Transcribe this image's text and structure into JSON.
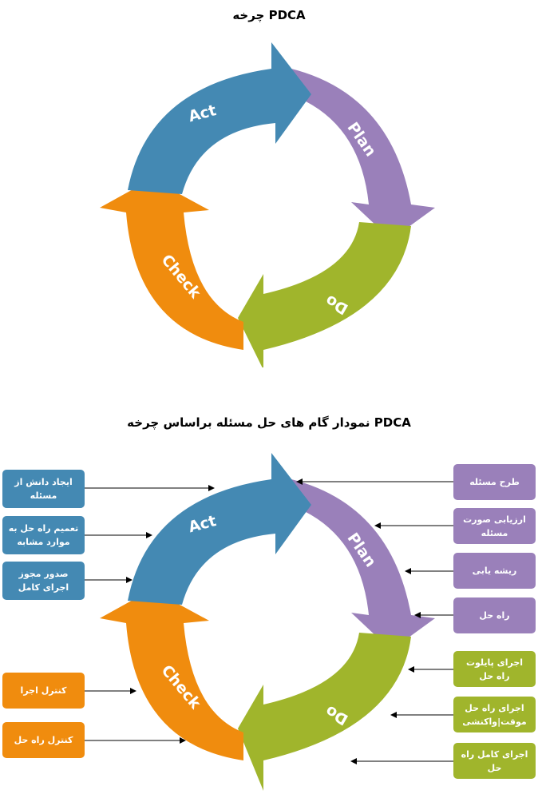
{
  "title_top": "چرخه PDCA",
  "title_bottom": "نمودار گام های حل مسئله براساس چرخه PDCA",
  "cycle": {
    "act": "Act",
    "plan": "Plan",
    "do": "Do",
    "check": "Check"
  },
  "colors": {
    "act": "#4489b3",
    "plan": "#9a80ba",
    "do": "#a0b52c",
    "check": "#f08c0e"
  },
  "boxes": {
    "plan": [
      "طرح مسئله",
      "ارزیابی صورت مسئله",
      "ریشه یابی",
      "راه حل"
    ],
    "do": [
      "اجرای پایلوت راه حل",
      "اجرای راه حل موقت|واکنشی",
      "اجرای کامل راه حل"
    ],
    "act": [
      "ایجاد دانش از مسئله",
      "تعمیم راه حل به موارد مشابه",
      "صدور مجوز اجرای کامل"
    ],
    "check": [
      "کنترل اجرا",
      "کنترل راه حل"
    ]
  }
}
